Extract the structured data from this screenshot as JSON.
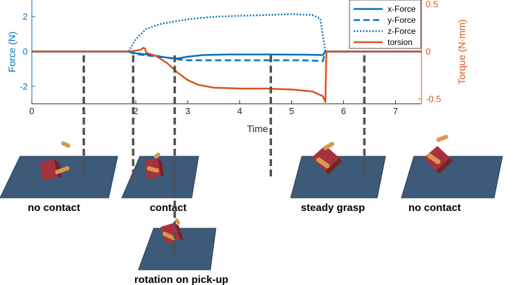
{
  "chart_data": {
    "type": "line",
    "xlabel": "Time",
    "ylabel_left": "Force (N)",
    "ylabel_right": "Torque (N·mm)",
    "xlim": [
      0,
      7.5
    ],
    "ylim_left": [
      -3,
      3
    ],
    "ylim_right": [
      -0.55,
      0.55
    ],
    "xticks": [
      0,
      1,
      2,
      3,
      4,
      5,
      6,
      7
    ],
    "yticks_left": [
      -2,
      0,
      2
    ],
    "yticks_right": [
      -0.5,
      0,
      0.5
    ],
    "legend_position": "top-right",
    "colors": {
      "force": "#0072BD",
      "torque": "#D95319"
    },
    "series": [
      {
        "name": "x-Force",
        "axis": "left",
        "style": "solid",
        "color": "#0072BD",
        "points": [
          [
            0,
            0
          ],
          [
            1.85,
            0
          ],
          [
            2.0,
            -0.1
          ],
          [
            2.3,
            -0.2
          ],
          [
            2.6,
            -0.35
          ],
          [
            2.8,
            -0.4
          ],
          [
            3.0,
            -0.3
          ],
          [
            3.3,
            -0.2
          ],
          [
            3.8,
            -0.17
          ],
          [
            4.5,
            -0.17
          ],
          [
            5.2,
            -0.18
          ],
          [
            5.6,
            -0.2
          ],
          [
            5.65,
            0
          ],
          [
            7.5,
            0
          ]
        ]
      },
      {
        "name": "y-Force",
        "axis": "left",
        "style": "dashed",
        "color": "#0072BD",
        "points": [
          [
            0,
            0
          ],
          [
            1.85,
            0
          ],
          [
            2.0,
            -0.15
          ],
          [
            2.3,
            -0.25
          ],
          [
            2.6,
            -0.35
          ],
          [
            2.8,
            -0.45
          ],
          [
            3.0,
            -0.5
          ],
          [
            3.5,
            -0.5
          ],
          [
            4.5,
            -0.5
          ],
          [
            5.2,
            -0.5
          ],
          [
            5.6,
            -0.55
          ],
          [
            5.65,
            0
          ],
          [
            7.5,
            0
          ]
        ]
      },
      {
        "name": "z-Force",
        "axis": "left",
        "style": "dotted",
        "color": "#0072BD",
        "points": [
          [
            0,
            0
          ],
          [
            1.85,
            0
          ],
          [
            1.9,
            0.2
          ],
          [
            2.0,
            0.7
          ],
          [
            2.2,
            1.3
          ],
          [
            2.5,
            1.6
          ],
          [
            3.0,
            1.85
          ],
          [
            3.5,
            2.0
          ],
          [
            4.0,
            2.05
          ],
          [
            4.5,
            2.1
          ],
          [
            5.0,
            2.15
          ],
          [
            5.4,
            2.1
          ],
          [
            5.55,
            1.9
          ],
          [
            5.65,
            0
          ],
          [
            7.5,
            0
          ]
        ]
      },
      {
        "name": "torsion",
        "axis": "right",
        "style": "solid",
        "color": "#D95319",
        "points": [
          [
            0,
            0
          ],
          [
            1.85,
            0
          ],
          [
            2.0,
            0.01
          ],
          [
            2.1,
            0.02
          ],
          [
            2.15,
            0.04
          ],
          [
            2.18,
            0.03
          ],
          [
            2.2,
            -0.01
          ],
          [
            2.4,
            -0.05
          ],
          [
            2.6,
            -0.12
          ],
          [
            2.8,
            -0.22
          ],
          [
            3.0,
            -0.3
          ],
          [
            3.2,
            -0.35
          ],
          [
            3.5,
            -0.38
          ],
          [
            4.0,
            -0.39
          ],
          [
            4.5,
            -0.39
          ],
          [
            5.0,
            -0.4
          ],
          [
            5.4,
            -0.42
          ],
          [
            5.6,
            -0.47
          ],
          [
            5.65,
            -0.53
          ],
          [
            5.67,
            0
          ],
          [
            7.5,
            0
          ]
        ]
      }
    ],
    "snapshots": [
      {
        "label": "no contact",
        "time": 1.0
      },
      {
        "label": "contact",
        "time": 1.95
      },
      {
        "label": "rotation on pick-up",
        "time": 2.75
      },
      {
        "label": "steady grasp",
        "time": 4.6
      },
      {
        "label": "no contact",
        "time": 6.4
      }
    ]
  }
}
